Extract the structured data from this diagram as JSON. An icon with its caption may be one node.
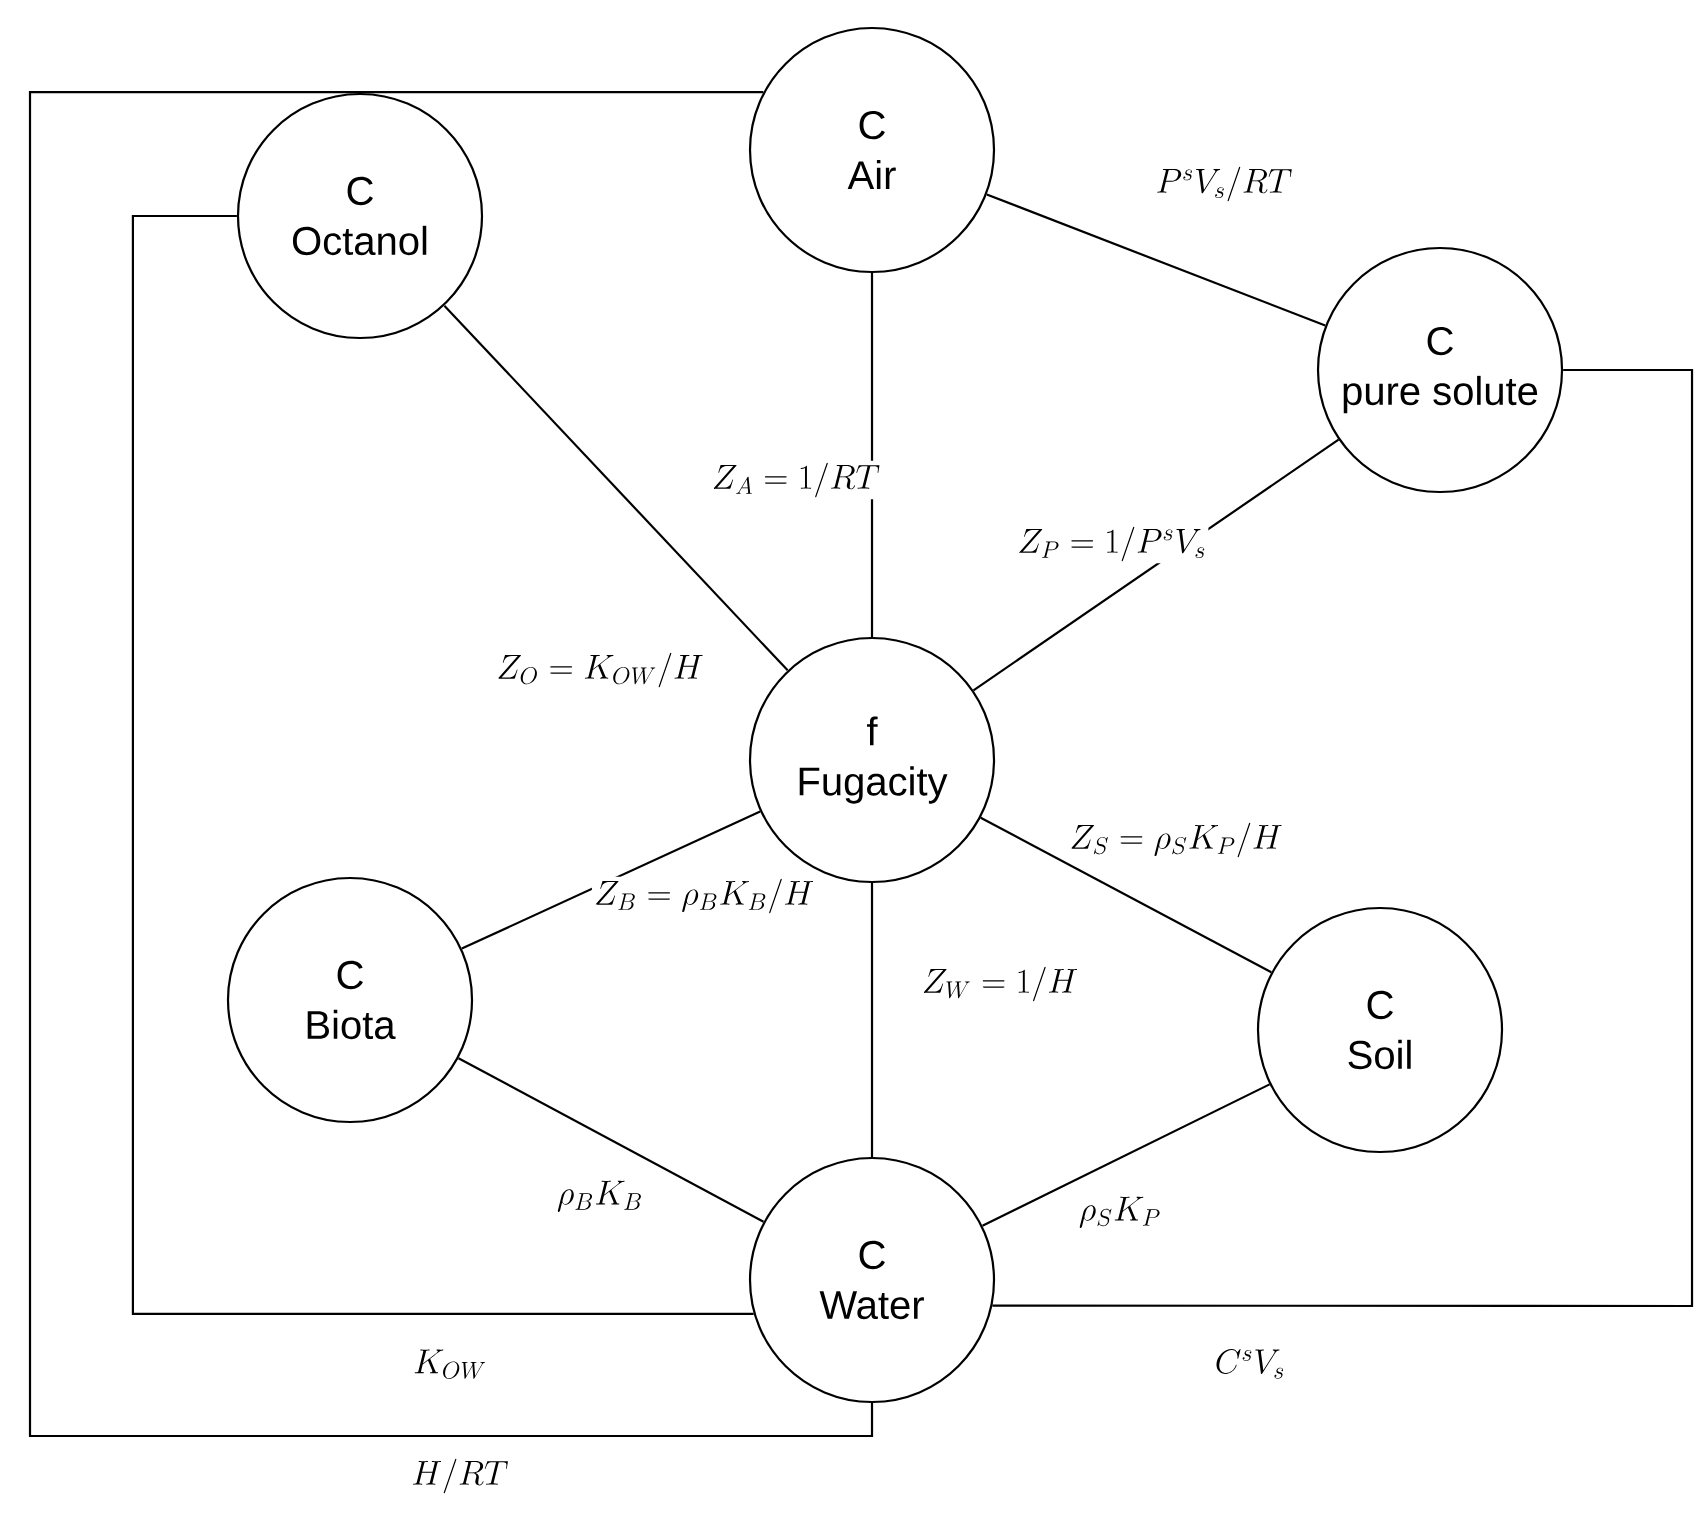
{
  "diagram": {
    "nodes": [
      {
        "text": [
          "C",
          "Air"
        ]
      },
      {
        "text": [
          "C",
          "Octanol"
        ]
      },
      {
        "text": [
          "C",
          "pure solute"
        ]
      },
      {
        "text": [
          "f",
          "Fugacity"
        ]
      },
      {
        "text": [
          "C",
          "Biota"
        ]
      },
      {
        "text": [
          "C",
          "Soil"
        ]
      },
      {
        "text": [
          "C",
          "Water"
        ]
      }
    ],
    "edges": [
      {
        "from": 0,
        "to": 2,
        "arrow": "none",
        "label": "P^s V_s/RT"
      },
      {
        "from": 0,
        "to": 3,
        "arrow": "none",
        "label": "Z_A = 1/RT"
      },
      {
        "from": 1,
        "to": 3,
        "arrow": "none",
        "label": "Z_O = K_{OW}/H"
      },
      {
        "from": 2,
        "to": 3,
        "arrow": "none",
        "label": "Z_P = 1/P^s V_s"
      },
      {
        "from": 3,
        "to": 5,
        "arrow": "none",
        "label": "Z_S = \\rho_S K_P/H"
      },
      {
        "from": 3,
        "to": 4,
        "arrow": "none",
        "label": "Z_B = \\rho_B K_B/H"
      },
      {
        "from": 3,
        "to": 6,
        "arrow": "none",
        "label": "Z_W = 1/H"
      },
      {
        "from": 4,
        "to": 6,
        "arrow": "none",
        "label": "\\rho_B K_B"
      },
      {
        "from": 5,
        "to": 6,
        "arrow": "none",
        "label": "\\rho_S K_P"
      },
      {
        "from": 1,
        "to": 6,
        "arrow": "none",
        "label": "K_{OW}"
      },
      {
        "from": 2,
        "to": 6,
        "arrow": "none",
        "label": "C^s V_s"
      },
      {
        "from": 0,
        "to": 6,
        "arrow": "none",
        "label": "H/RT"
      }
    ]
  }
}
